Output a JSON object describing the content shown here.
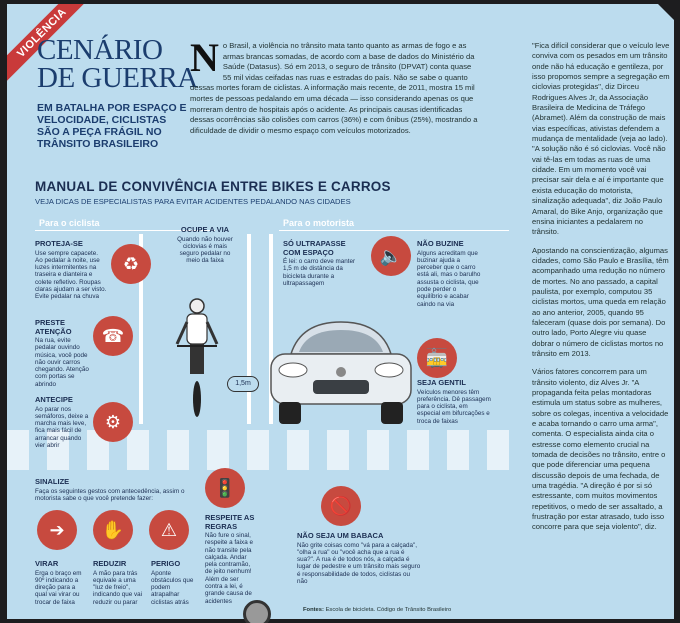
{
  "header": {
    "ribbon": "VIOLÊNCIA",
    "title_line1": "CENÁRIO",
    "title_line2": "DE GUERRA",
    "subtitle": "EM BATALHA POR ESPAÇO E VELOCIDADE, CICLISTAS SÃO A PEÇA FRÁGIL NO TRÂNSITO BRASILEIRO"
  },
  "intro": {
    "dropcap": "N",
    "text": "o Brasil, a violência no trânsito mata tanto quanto as armas de fogo e as armas brancas somadas, de acordo com a base de dados do Ministério da Saúde (Datasus). Só em 2013, o seguro de trânsito (DPVAT) conta quase 55 mil vidas ceifadas nas ruas e estradas do país. Não se sabe o quanto dessas mortes foram de ciclistas. A informação mais recente, de 2011, mostra 15 mil mortes de pessoas pedalando em uma década — isso considerando apenas os que morreram dentro de hospitais após o acidente. As principais causas identificadas dessas ocorrências são colisões com carros (36%) e com ônibus (25%), mostrando a dificuldade de dividir o mesmo espaço com veículos motorizados."
  },
  "column": {
    "p1": "\"Fica difícil considerar que o veículo leve conviva com os pesados em um trânsito onde não há educação e gentileza, por isso propomos sempre a segregação em ciclovias protegidas\", diz Dirceu Rodrigues Alves Jr, da Associação Brasileira de Medicina de Tráfego (Abramet). Além da construção de mais vias específicas, ativistas defendem a mudança de mentalidade (veja ao lado). \"A solução não é só ciclovias. Você não vai tê-las em todas as ruas de uma cidade. Em um momento você vai precisar sair dela e aí é importante que exista educação do motorista, sinalização adequada\", diz João Paulo Amaral, do Bike Anjo, organização que ensina iniciantes a pedalarem no trânsito.",
    "p2": "Apostando na conscientização, algumas cidades, como São Paulo e Brasília, têm acompanhado uma redução no número de mortes. No ano passado, a capital paulista, por exemplo, computou 35 ciclistas mortos, uma queda em relação ao ano anterior, 2005, quando 95 faleceram (quase dois por semana). Do outro lado, Porto Alegre viu quase dobrar o número de ciclistas mortos no trânsito em 2013.",
    "p3": "Vários fatores concorrem para um trânsito violento, diz Alves Jr. \"A propaganda feita pelas montadoras estimula um status sobre as mulheres, sobre os colegas, incentiva a velocidade e acaba tornando o carro uma arma\", comenta. O especialista ainda cita o estresse como elemento crucial na tomada de decisões no trânsito, entre o que pode diferenciar uma pequena discussão depois de uma fechada, de uma tragédia. \"A direção é por si só estressante, com muitos movimentos repetitivos, o medo de ser assaltado, a frustração por estar atrasado, tudo isso concorre para que seja violento\", diz."
  },
  "manual": {
    "title": "MANUAL DE CONVIVÊNCIA ENTRE BIKES E CARROS",
    "subtitle": "VEJA DICAS DE ESPECIALISTAS PARA EVITAR ACIDENTES PEDALANDO NAS CIDADES",
    "section_cyclist": "Para o ciclista",
    "section_driver": "Para o motorista",
    "distance": "1,5m",
    "tips": {
      "protecao_h": "PROTEJA-SE",
      "protecao_t": "Use sempre capacete. Ao pedalar à noite, use luzes intermitentes na traseira e dianteira e colete refletivo. Roupas claras ajudam a ser visto. Evite pedalar na chuva",
      "atencao_h": "PRESTE ATENÇÃO",
      "atencao_t": "Na rua, evite pedalar ouvindo música, você pode não ouvir carros chegando. Atenção com portas se abrindo",
      "antecipe_h": "ANTECIPE",
      "antecipe_t": "Ao parar nos semáforos, deixe a marcha mais leve, fica mais fácil de arrancar quando vier abrir",
      "ocupe_h": "OCUPE A VIA",
      "ocupe_t": "Quando não houver ciclovias é mais seguro pedalar no meio da faixa",
      "ultrapasse_h": "SÓ ULTRAPASSE COM ESPAÇO",
      "ultrapasse_t": "É lei: o carro deve manter 1,5 m de distância da bicicleta durante a ultrapassagem",
      "buzine_h": "NÃO BUZINE",
      "buzine_t": "Alguns acreditam que buzinar ajuda a perceber que o carro está ali, mas o barulho assusta o ciclista, que pode perder o equilíbrio e acabar caindo na via",
      "gentil_h": "SEJA GENTIL",
      "gentil_t": "Veículos menores têm preferência. Dê passagem para o ciclista, em especial em bifurcações e troca de faixas",
      "sinalize_h": "SINALIZE",
      "sinalize_t": "Faça os seguintes gestos com antecedência, assim o motorista sabe o que você pretende fazer:",
      "virar_h": "VIRAR",
      "virar_t": "Erga o braço em 90º indicando a direção para a qual vai virar ou trocar de faixa",
      "reduzir_h": "REDUZIR",
      "reduzir_t": "A mão para trás equivale a uma \"luz de freio\", indicando que vai reduzir ou parar",
      "perigo_h": "PERIGO",
      "perigo_t": "Aponte obstáculos que podem atrapalhar ciclistas atrás",
      "regras_h": "RESPEITE AS REGRAS",
      "regras_t": "Não fure o sinal, respeite a faixa e não transite pela calçada. Andar pela contramão, de jeito nenhum! Além de ser contra a lei, é grande causa de acidentes",
      "babaca_h": "NÃO SEJA UM BABACA",
      "babaca_t": "Não grite coisas como \"vá para a calçada\", \"olha a rua\" ou \"você acha que a rua é sua?\". A rua é de todos nós, a calçada é lugar de pedestre e um trânsito mais seguro é responsabilidade de todos, ciclistas ou não"
    },
    "sources_label": "Fontes:",
    "sources": "Escola de bicicleta. Código de Trânsito Brasileiro"
  },
  "colors": {
    "background": "#bcdcee",
    "accent_red": "#c74a3f",
    "title_blue": "#1b3d6e"
  }
}
